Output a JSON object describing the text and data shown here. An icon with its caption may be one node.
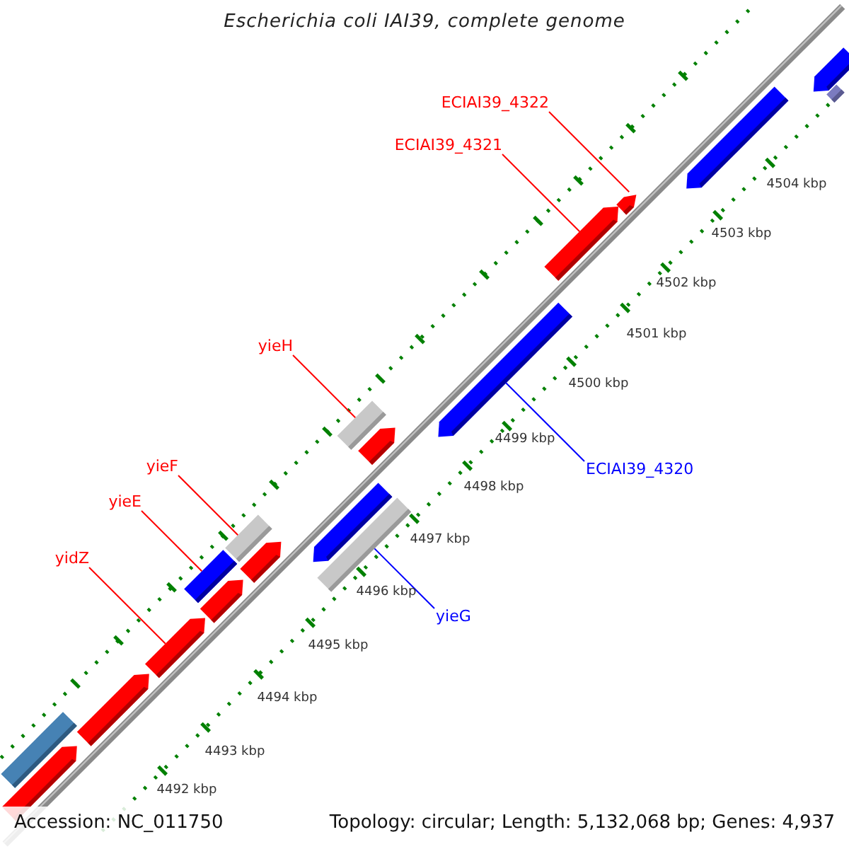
{
  "diagram": {
    "title": "Escherichia coli IAI39, complete genome",
    "nodes": [
      {
        "text": [
          "ECIAI39_4322"
        ]
      },
      {
        "text": [
          "ECIAI39_4321"
        ]
      },
      {
        "text": [
          "yieH"
        ]
      },
      {
        "text": [
          "ECIAI39_4320"
        ]
      },
      {
        "text": [
          "yieF"
        ]
      },
      {
        "text": [
          "yieE"
        ]
      },
      {
        "text": [
          "yidZ"
        ]
      },
      {
        "text": [
          "yieG"
        ]
      },
      {
        "text": [],
        "shape": "bar"
      },
      {
        "text": [],
        "shape": "bar"
      },
      {
        "text": [],
        "shape": "bar"
      },
      {
        "text": [],
        "shape": "bar"
      },
      {
        "text": [],
        "shape": "bar"
      },
      {
        "text": [],
        "shape": "bar"
      },
      {
        "text": [],
        "shape": "bar"
      },
      {
        "text": [],
        "shape": "bar"
      },
      {
        "text": [],
        "shape": "bar"
      },
      {
        "text": [],
        "shape": "bar"
      },
      {
        "text": [],
        "shape": "bar"
      },
      {
        "text": [],
        "shape": "bar"
      },
      {
        "text": [],
        "shape": "bar"
      },
      {
        "text": [],
        "shape": "bar"
      },
      {
        "text": [],
        "shape": "bar"
      },
      {
        "text": [],
        "shape": "bar"
      },
      {
        "text": [],
        "shape": "bar"
      },
      {
        "text": [],
        "shape": "bar"
      }
    ],
    "edges": [
      {
        "from": 0,
        "to": 10,
        "arrow": "none"
      },
      {
        "from": 1,
        "to": 12,
        "arrow": "none"
      },
      {
        "from": 2,
        "to": 14,
        "arrow": "none"
      },
      {
        "from": 3,
        "to": 13,
        "arrow": "none",
        "color": "#0000ff"
      },
      {
        "from": 4,
        "to": 18,
        "arrow": "none"
      },
      {
        "from": 5,
        "to": 20,
        "arrow": "none"
      },
      {
        "from": 6,
        "to": 22,
        "arrow": "none"
      },
      {
        "from": 7,
        "to": 17,
        "arrow": "none",
        "color": "#0000ff"
      }
    ],
    "labels": [
      "4504 kbp",
      "4503 kbp",
      "4502 kbp",
      "4501 kbp",
      "4500 kbp",
      "4499 kbp",
      "4498 kbp",
      "4497 kbp",
      "4496 kbp",
      "4495 kbp",
      "4494 kbp",
      "4493 kbp",
      "4492 kbp",
      "Accession: NC_011750",
      "Topology: circular; Length: 5,132,068 bp; Genes: 4,937"
    ]
  }
}
